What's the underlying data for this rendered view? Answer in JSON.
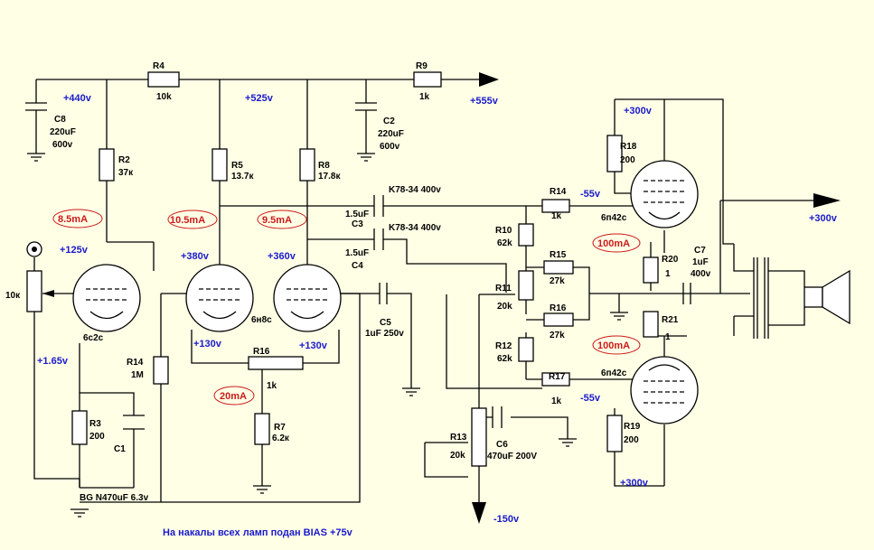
{
  "background": "#ffffe6",
  "colors": {
    "voltage": "#1a1acc",
    "current": "#cc1a1a",
    "wire": "#000000"
  },
  "resistors": {
    "R2": {
      "name": "R2",
      "value": "37к"
    },
    "R3": {
      "name": "R3",
      "value": "200"
    },
    "R4": {
      "name": "R4",
      "value": "10k"
    },
    "R5": {
      "name": "R5",
      "value": "13.7к"
    },
    "R7": {
      "name": "R7",
      "value": "6.2к"
    },
    "R8": {
      "name": "R8",
      "value": "17.8к"
    },
    "R9": {
      "name": "R9",
      "value": "1k"
    },
    "R10": {
      "name": "R10",
      "value": "62k"
    },
    "R12": {
      "name": "R12",
      "value": "62k"
    },
    "R14a": {
      "name": "R14",
      "value": "1M"
    },
    "R14b": {
      "name": "R14",
      "value": "1k"
    },
    "R15": {
      "name": "R15",
      "value": "27k"
    },
    "R16a": {
      "name": "R16",
      "value": "1k"
    },
    "R16b": {
      "name": "R16",
      "value": "27k"
    },
    "R17": {
      "name": "R17",
      "value": "1k"
    },
    "R18": {
      "name": "R18",
      "value": "200"
    },
    "R19": {
      "name": "R19",
      "value": "200"
    },
    "R20": {
      "name": "R20",
      "value": "1"
    },
    "R21": {
      "name": "R21",
      "value": "1"
    },
    "R11": {
      "name": "R11",
      "value": "20k"
    },
    "R13": {
      "name": "R13",
      "value": "20k"
    }
  },
  "capacitors": {
    "C1": {
      "name": "C1"
    },
    "C2": {
      "name": "C2",
      "value1": "220uF",
      "value2": "600v"
    },
    "C3": {
      "name": "C3",
      "value": "1.5uF",
      "type": "K78-34 400v"
    },
    "C4": {
      "name": "C4",
      "value": "1.5uF",
      "type": "K78-34 400v"
    },
    "C5": {
      "name": "C5",
      "value": "1uF 250v"
    },
    "C6": {
      "name": "C6",
      "value": "470uF 200V"
    },
    "C7": {
      "name": "C7",
      "value1": "1uF",
      "value2": "400v"
    },
    "C8": {
      "name": "C8",
      "value1": "220uF",
      "value2": "600v"
    },
    "BG": {
      "text": "BG N470uF 6.3v"
    }
  },
  "tubes": {
    "v1": "6c2c",
    "v2": "6н8с",
    "v3a": "6п42с",
    "v3b": "6п42с"
  },
  "pot_input": "10к",
  "voltages": {
    "v440": "+440v",
    "v525": "+525v",
    "v555": "+555v",
    "v300a": "+300v",
    "v300out": "+300v",
    "v300b": "+300v",
    "v125": "+125v",
    "v380": "+380v",
    "v360": "+360v",
    "v130a": "+130v",
    "v130b": "+130v",
    "v165": "+1.65v",
    "n55a": "-55v",
    "n55b": "-55v",
    "n150": "-150v"
  },
  "currents": {
    "c85": "8.5mA",
    "c105": "10.5mA",
    "c95": "9.5mA",
    "c20": "20mA",
    "c100a": "100mA",
    "c100b": "100mA"
  },
  "note": "На накалы всех ламп подан BIAS +75v"
}
